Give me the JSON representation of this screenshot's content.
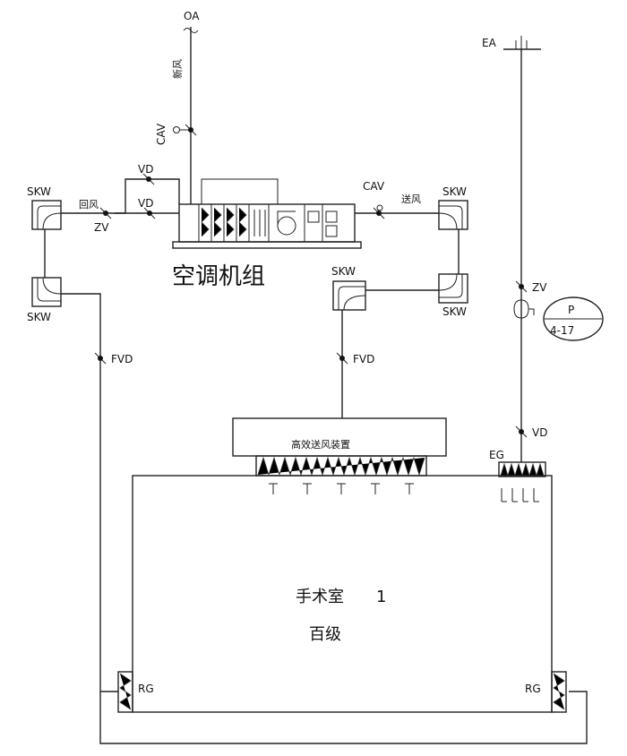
{
  "labels": {
    "oa": "OA",
    "ea": "EA",
    "fresh_air": "新风",
    "return_air": "回风",
    "supply_air": "送风",
    "cav_top": "CAV",
    "cav_right": "CAV",
    "vd_top": "VD",
    "vd_mid": "VD",
    "vd_right": "VD",
    "zv_left": "ZV",
    "zv_right": "ZV",
    "skw_tl": "SKW",
    "skw_bl": "SKW",
    "skw_tr": "SKW",
    "skw_br": "SKW",
    "skw_center": "SKW",
    "fvd_left": "FVD",
    "fvd_center": "FVD",
    "eg": "EG",
    "rg_left": "RG",
    "rg_right": "RG",
    "ahu": "空调机组",
    "diffuser": "高效送风装置",
    "room": "手术室",
    "room_number": "1",
    "room_class": "百级",
    "ref_p": "P",
    "ref_num": "4-17"
  }
}
